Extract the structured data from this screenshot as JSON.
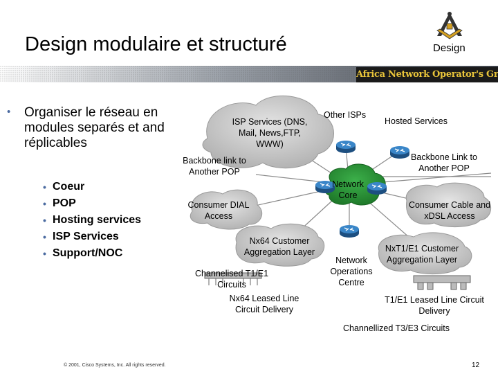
{
  "slide": {
    "title": "Design modulaire et structuré",
    "section": "Design",
    "banner": "Africa Network Operator's Group",
    "main_bullet": "Organiser le  réseau en modules separés et and réplicables",
    "sub_bullets": [
      "Coeur",
      "POP",
      "Hosting services",
      "ISP Services",
      "Support/NOC"
    ],
    "footer": "© 2001, Cisco Systems, Inc. All rights reserved.",
    "page_number": "12"
  },
  "diagram": {
    "labels": {
      "isp_services": "ISP Services (DNS, Mail, News,FTP, WWW)",
      "other_isps": "Other ISPs",
      "hosted_services": "Hosted Services",
      "backbone_left": "Backbone link to Another POP",
      "backbone_right": "Backbone Link to Another POP",
      "network_core": "Network Core",
      "consumer_dial": "Consumer DIAL Access",
      "consumer_cable": "Consumer Cable and xDSL Access",
      "nx64_aggregation": "Nx64 Customer Aggregation Layer",
      "nxt1_aggregation": "NxT1/E1 Customer Aggregation Layer",
      "channelised": "Channelised T1/E1 Circuits",
      "noc": "Network Operations Centre",
      "nx64_leased": "Nx64 Leased Line Circuit Delivery",
      "t1e1_leased": "T1/E1 Leased Line Circuit Delivery",
      "channellized_t3": "Channellized T3/E3 Circuits"
    }
  },
  "colors": {
    "accent": "#4a6aa0",
    "core_fill": "#2e9b3a",
    "cloud_fill": "#c8c8c8",
    "router": "#2f6fa8",
    "banner_text": "#e8c43a"
  }
}
